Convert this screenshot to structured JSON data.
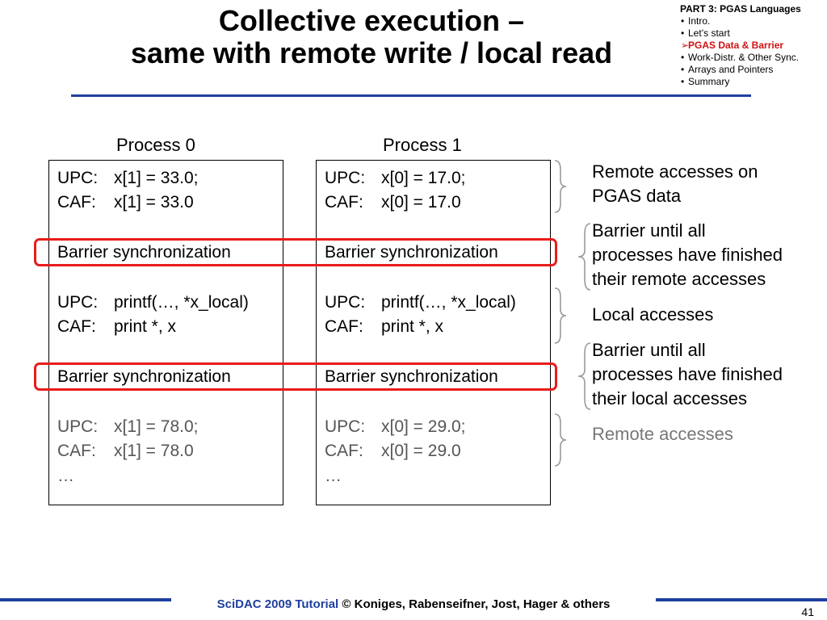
{
  "title": {
    "line1": "Collective execution –",
    "line2": "same with remote write / local read"
  },
  "outline": {
    "header": "PART 3: PGAS Languages",
    "items": [
      {
        "label": "Intro.",
        "bullet": "•"
      },
      {
        "label": "Let’s start",
        "bullet": "•"
      },
      {
        "label": "PGAS Data & Barrier",
        "bullet": "➢"
      },
      {
        "label": "Work-Distr. & Other Sync.",
        "bullet": "•"
      },
      {
        "label": "Arrays and Pointers",
        "bullet": "•"
      },
      {
        "label": "Summary",
        "bullet": "•"
      }
    ]
  },
  "process0": {
    "label": "Process 0",
    "upc1": "UPC:",
    "upc1_code": "x[1] = 33.0;",
    "caf1": "CAF:",
    "caf1_code": "x[1] = 33.0",
    "barrier1": "Barrier synchronization",
    "upc2": "UPC:",
    "upc2_code": "printf(…, *x_local)",
    "caf2": "CAF:",
    "caf2_code": "print *, x",
    "barrier2": "Barrier synchronization",
    "upc3": "UPC:",
    "upc3_code": "x[1] = 78.0;",
    "caf3": "CAF:",
    "caf3_code": "x[1] = 78.0",
    "ellipsis": "…"
  },
  "process1": {
    "label": "Process 1",
    "upc1": "UPC:",
    "upc1_code": "x[0] = 17.0;",
    "caf1": "CAF:",
    "caf1_code": "x[0] = 17.0",
    "barrier1": "Barrier synchronization",
    "upc2": "UPC:",
    "upc2_code": "printf(…, *x_local)",
    "caf2": "CAF:",
    "caf2_code": "print *, x",
    "barrier2": "Barrier synchronization",
    "upc3": "UPC:",
    "upc3_code": "x[0] = 29.0;",
    "caf3": "CAF:",
    "caf3_code": "x[0] = 29.0",
    "ellipsis": "…"
  },
  "notes": {
    "remote1_a": "Remote accesses on",
    "remote1_b": "PGAS data",
    "barrier1_a": "Barrier until all",
    "barrier1_b": "processes have finished",
    "barrier1_c": "their remote accesses",
    "local": "Local accesses",
    "barrier2_a": "Barrier until all",
    "barrier2_b": "processes have finished",
    "barrier2_c": "their local accesses",
    "remote2": "Remote accesses"
  },
  "footer": {
    "brand": "SciDAC 2009 Tutorial",
    "rest": " © Koniges, Rabenseifner, Jost, Hager & others",
    "page": "41"
  },
  "colors": {
    "accent_blue": "#1f3f9f",
    "highlight_red": "#e81c1c",
    "grey_text": "#555555"
  }
}
